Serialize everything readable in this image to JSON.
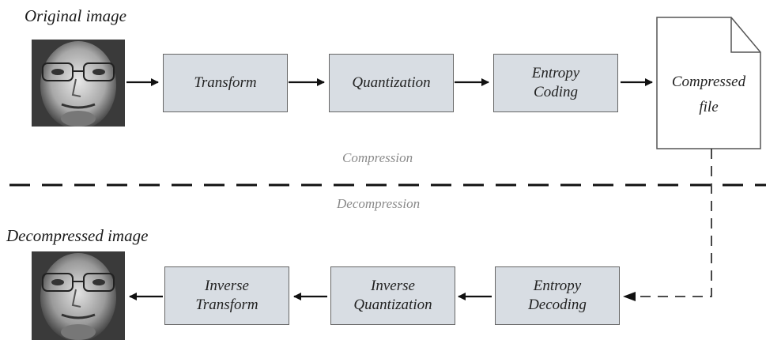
{
  "original_image_label": "Original image",
  "decompressed_image_label": "Decompressed image",
  "compression_label": "Compression",
  "decompression_label": "Decompression",
  "compression_blocks": [
    {
      "lines": [
        "Transform"
      ]
    },
    {
      "lines": [
        "Quantization"
      ]
    },
    {
      "lines": [
        "Entropy",
        "Coding"
      ]
    }
  ],
  "decompression_blocks": [
    {
      "lines": [
        "Inverse",
        "Transform"
      ]
    },
    {
      "lines": [
        "Inverse",
        "Quantization"
      ]
    },
    {
      "lines": [
        "Entropy",
        "Decoding"
      ]
    }
  ],
  "compressed_file": {
    "lines": [
      "Compressed",
      "file"
    ]
  },
  "colors": {
    "block_fill": "#d8dde3",
    "block_border": "#666666",
    "arrow": "#111111",
    "section_label": "#8a8a8a"
  }
}
